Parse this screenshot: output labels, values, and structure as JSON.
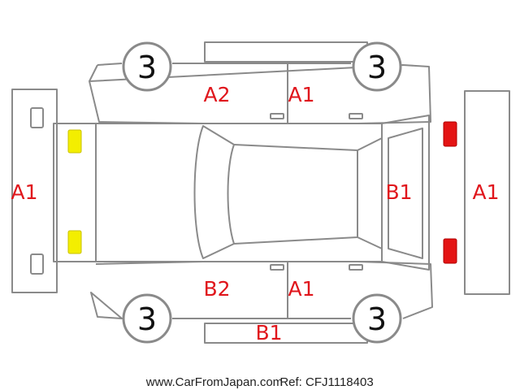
{
  "tire_ratings": [
    "3",
    "3",
    "3",
    "3"
  ],
  "panel_grades": {
    "front_bumper": "A1",
    "rear_bumper": "A1",
    "door_front_left": "A2",
    "door_rear_left": "A1",
    "door_front_right": "B2",
    "door_rear_right": "A1",
    "windshield": "B1",
    "rocker_right": "B1"
  },
  "footer": {
    "site": "www.CarFromJapan.com",
    "ref": "Ref: CFJ1118403"
  },
  "colors": {
    "grade_text": "#e0161c",
    "headlight": "#f3ee00",
    "taillight": "#e41414",
    "outline": "#8a8a8a"
  }
}
